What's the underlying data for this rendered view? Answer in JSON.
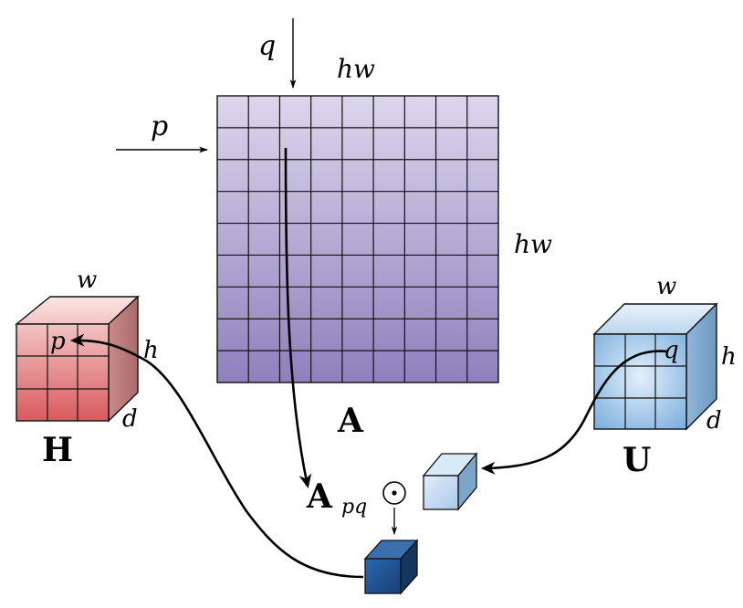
{
  "labels": {
    "q_top": "q",
    "hw_top": "hw",
    "p_left": "p",
    "hw_right": "hw",
    "matrix_A": "A",
    "H_w": "w",
    "H_p": "p",
    "H_h": "h",
    "H_d": "d",
    "tensor_H": "H",
    "U_w": "w",
    "U_q": "q",
    "U_h": "h",
    "U_d": "d",
    "tensor_U": "U",
    "A_pq_main": "A",
    "A_pq_sub": "pq",
    "odot": "⊙"
  },
  "colors": {
    "matrix_top": "#dcd6ec",
    "matrix_bottom": "#8e80bd",
    "H_light": "#f3c6c6",
    "H_dark": "#d9595c",
    "U_light": "#dbeaf8",
    "U_dark": "#6ea3d6",
    "small_light": "#c9def3",
    "result_dark": "#1f4f8e",
    "result_light": "#3f7fc6"
  },
  "matrix_grid": {
    "rows": 9,
    "cols": 9
  }
}
